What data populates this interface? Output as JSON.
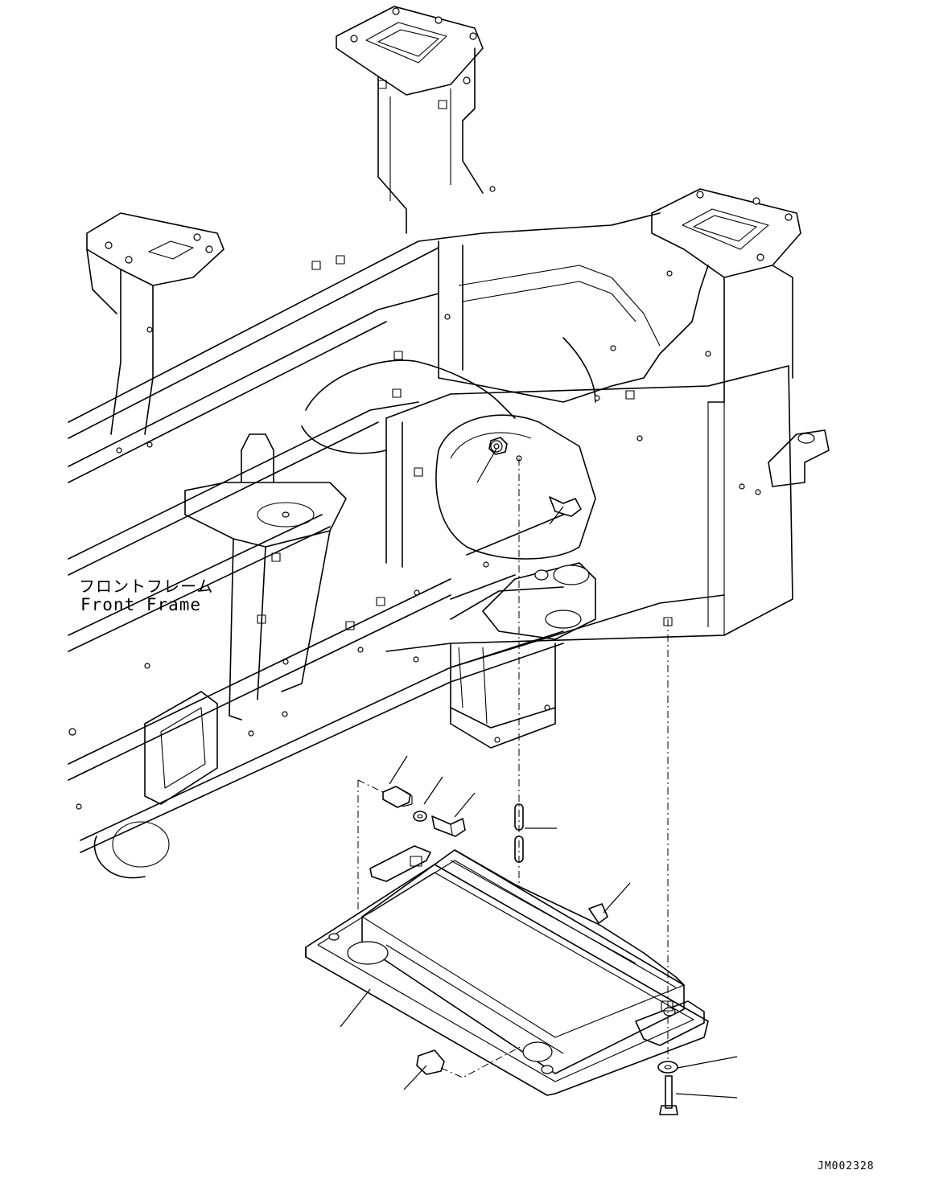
{
  "labels": {
    "part_name_jp": "フロントフレーム",
    "part_name_en": "Front Frame",
    "drawing_code": "JM002328"
  },
  "colors": {
    "line": "#000000",
    "background": "#ffffff"
  }
}
